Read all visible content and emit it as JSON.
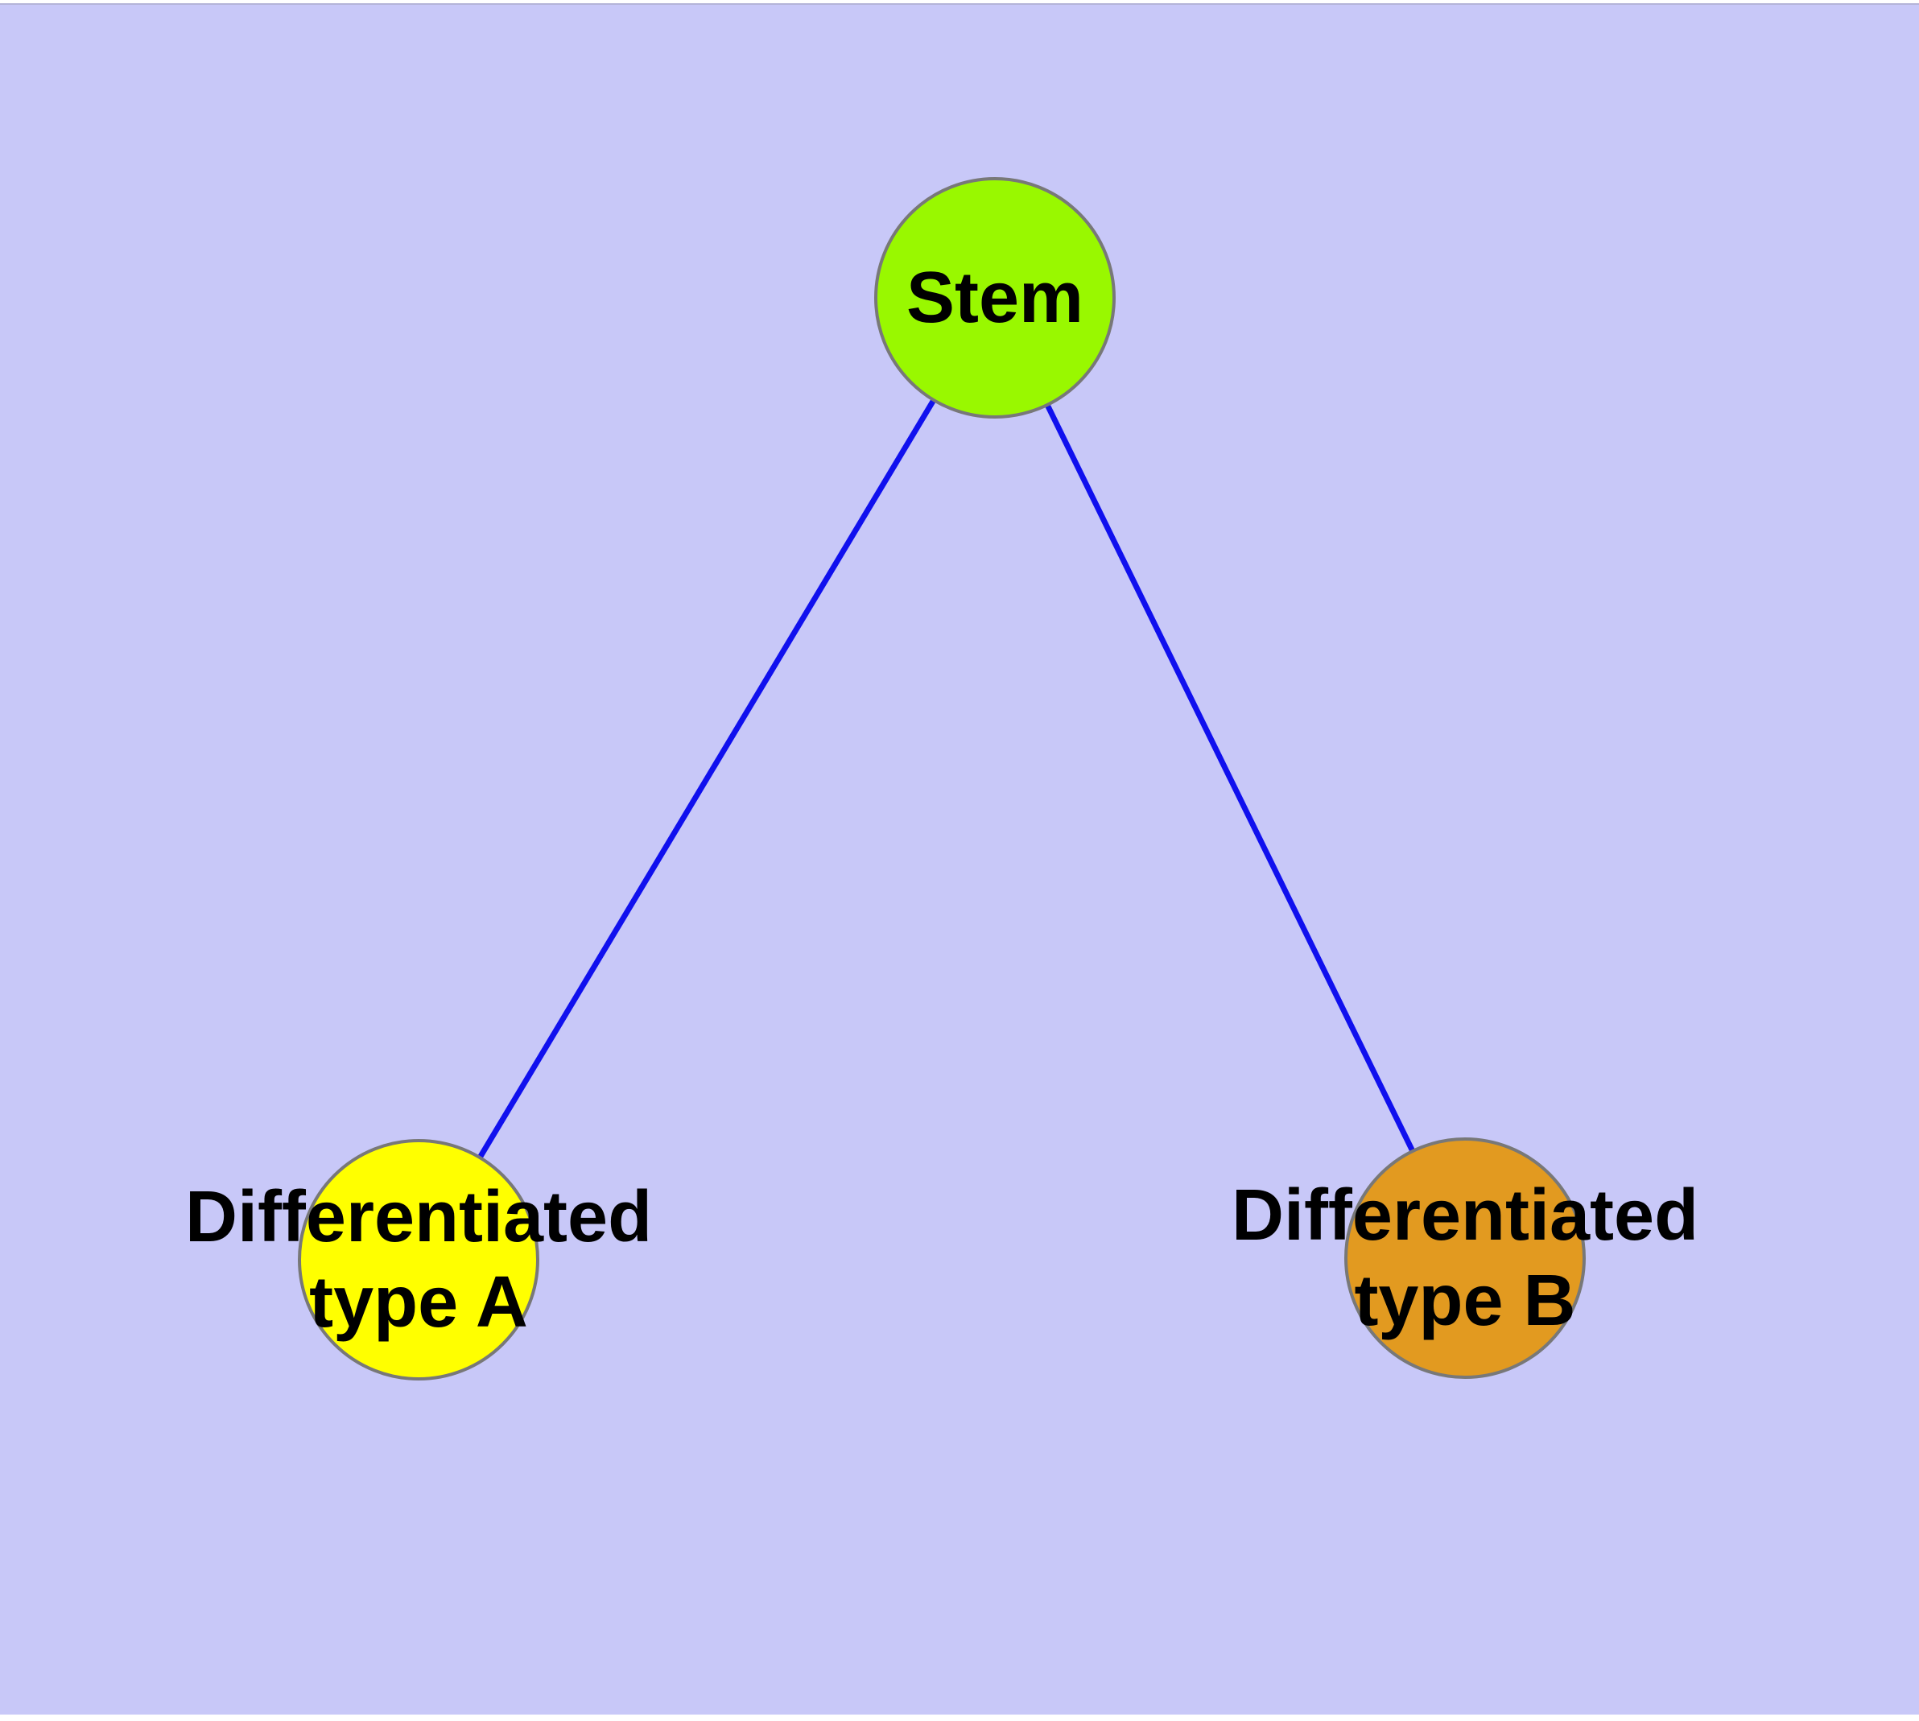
{
  "diagram": {
    "type": "graph",
    "description": "Cell differentiation hierarchy: Stem node connected to two differentiated cell type nodes"
  },
  "colors": {
    "background": "#C8C8F8",
    "edge": "#1010EE",
    "node_border": "#787878",
    "text": "#000000",
    "frame": "#FFFFFF",
    "frame_line": "#B4B4D8"
  },
  "nodes": {
    "stem": {
      "label": "Stem",
      "fill": "#99F800"
    },
    "type_a": {
      "label_line1": "Differentiated",
      "label_line2": "type A",
      "fill": "#FFFF00"
    },
    "type_b": {
      "label_line1": "Differentiated",
      "label_line2": "type B",
      "fill": "#E29A20"
    }
  },
  "edges": [
    {
      "from": "Stem",
      "to": "Differentiated type A"
    },
    {
      "from": "Stem",
      "to": "Differentiated type B"
    }
  ]
}
